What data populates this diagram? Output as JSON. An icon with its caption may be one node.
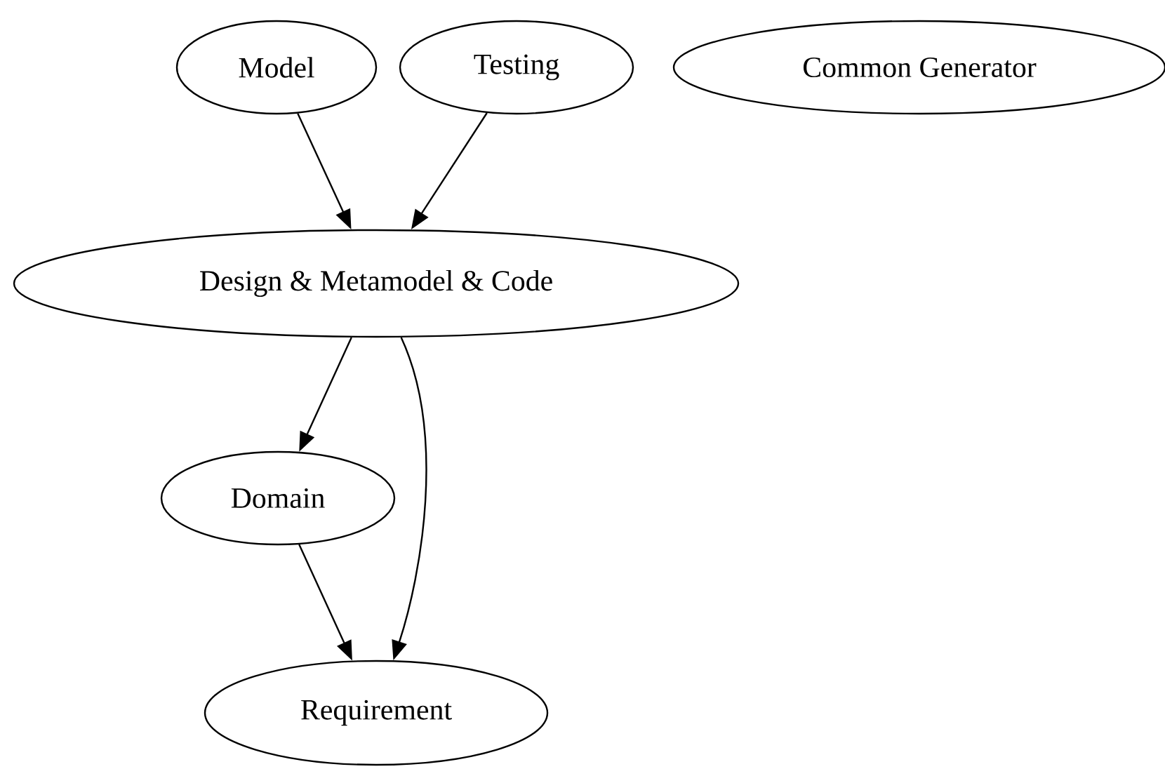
{
  "diagram": {
    "nodes": [
      {
        "text": [
          "Model"
        ]
      },
      {
        "text": [
          "Testing"
        ]
      },
      {
        "text": [
          "Common Generator"
        ]
      },
      {
        "text": [
          "Design & Metamodel & Code"
        ]
      },
      {
        "text": [
          "Domain"
        ]
      },
      {
        "text": [
          "Requirement"
        ]
      }
    ],
    "edges": [
      {
        "from": 0,
        "to": 3,
        "arrow": "to"
      },
      {
        "from": 1,
        "to": 3,
        "arrow": "to"
      },
      {
        "from": 3,
        "to": 4,
        "arrow": "to"
      },
      {
        "from": 3,
        "to": 5,
        "arrow": "to"
      },
      {
        "from": 4,
        "to": 5,
        "arrow": "to"
      }
    ]
  }
}
